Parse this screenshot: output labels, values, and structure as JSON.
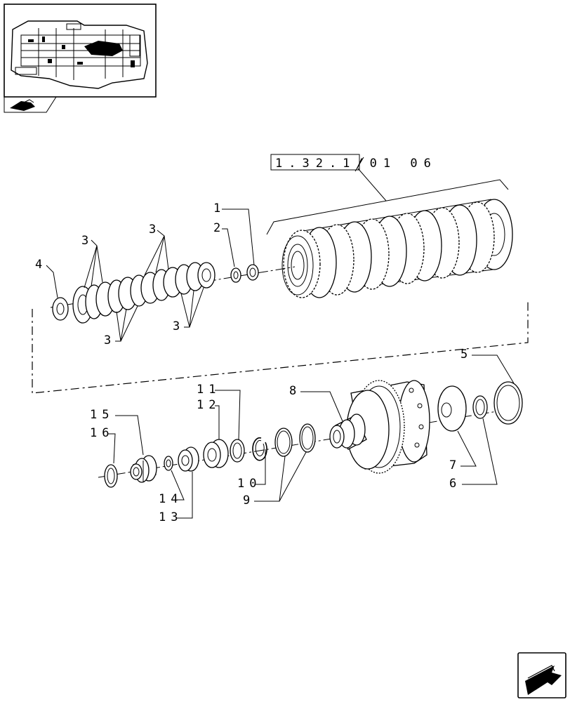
{
  "reference_box": "1.32.1/01 06",
  "callouts": {
    "c1": "1",
    "c2": "2",
    "c3a": "3",
    "c3b": "3",
    "c3c": "3",
    "c3d": "3",
    "c4": "4",
    "c5": "5",
    "c6": "6",
    "c7": "7",
    "c8": "8",
    "c9": "9",
    "c10": "10",
    "c11": "11",
    "c12": "12",
    "c13": "13",
    "c14": "14",
    "c15": "15",
    "c16": "16"
  },
  "icons": {
    "top_left": "transmission-thumbnail",
    "small_nav": "book-arrow-icon",
    "bottom_right": "next-page-arrow-icon"
  }
}
